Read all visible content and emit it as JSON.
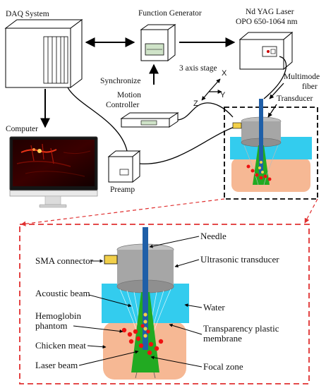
{
  "labels": {
    "daq_system": "DAQ System",
    "function_generator": "Function Generator",
    "laser_line1": "Nd YAG Laser",
    "laser_line2": "OPO 650-1064 nm",
    "synchronize": "Synchronize",
    "motion_line1": "Motion",
    "motion_line2": "Controller",
    "stage": "3 axis stage",
    "axis_x": "X",
    "axis_y": "Y",
    "axis_z": "Z",
    "fiber_line1": "Multimode",
    "fiber_line2": "fiber",
    "transducer": "Transducer",
    "computer": "Computer",
    "preamp": "Preamp"
  },
  "detail_labels": {
    "needle": "Needle",
    "sma_connector": "SMA connector",
    "ultrasonic_transducer": "Ultrasonic transducer",
    "acoustic_beam": "Acoustic beam",
    "water": "Water",
    "hemoglobin_line1": "Hemoglobin",
    "hemoglobin_line2": "phantom",
    "membrane_line1": "Transparency plastic",
    "membrane_line2": "membrane",
    "chicken_meat": "Chicken meat",
    "laser_beam": "Laser beam",
    "focal_zone": "Focal zone"
  },
  "colors": {
    "water": "#33ccee",
    "tissue": "#f6b894",
    "transducer": "#a6a6a6",
    "needle": "#1f5fa8",
    "laser_beam": "#22aa22",
    "phantom": "#ee1111",
    "sma": "#f2d04a",
    "detail_frame": "#e03030"
  }
}
